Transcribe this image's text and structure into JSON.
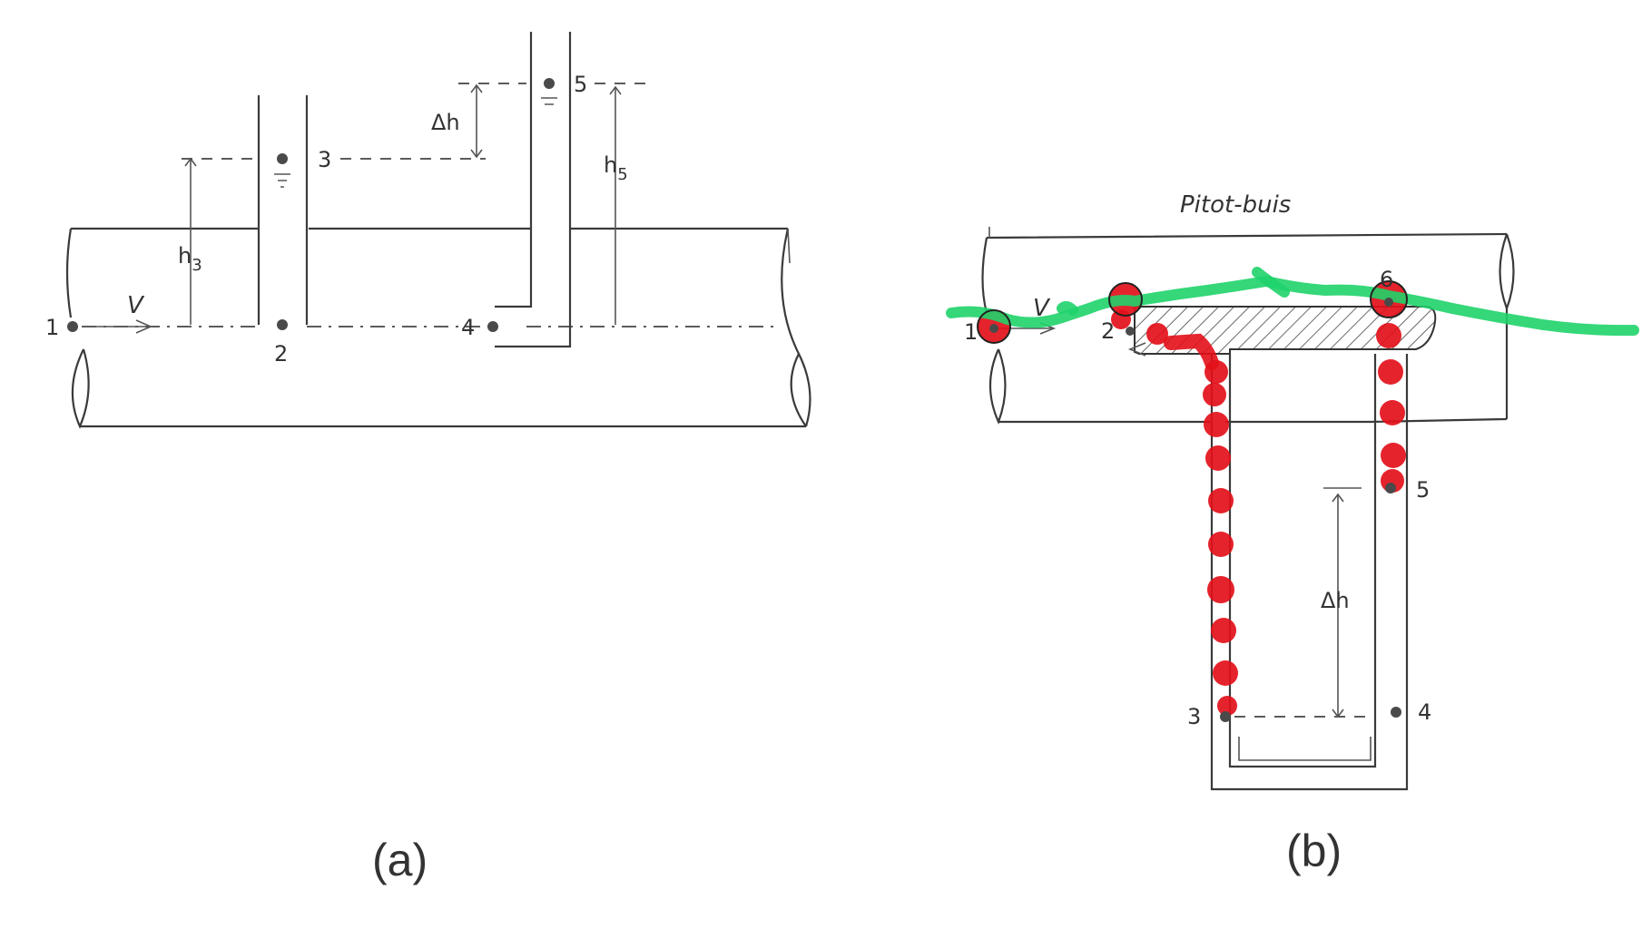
{
  "panel_a": {
    "caption": "(a)",
    "points": {
      "p1": "1",
      "p2": "2",
      "p3": "3",
      "p4": "4",
      "p5": "5"
    },
    "labels": {
      "velocity": "V",
      "h3": "h",
      "h3_sub": "3",
      "h5": "h",
      "h5_sub": "5",
      "delta_h": "Δh"
    }
  },
  "panel_b": {
    "caption": "(b)",
    "title": "Pitot-buis",
    "points": {
      "p1": "1",
      "p2": "2",
      "p3": "3",
      "p4": "4",
      "p5": "5",
      "p6": "6"
    },
    "labels": {
      "velocity": "V",
      "delta_h": "Δh"
    }
  },
  "colors": {
    "ink": "#3a3a3a",
    "red_marker": "#e3101a",
    "green_marker": "#1fd36a"
  }
}
